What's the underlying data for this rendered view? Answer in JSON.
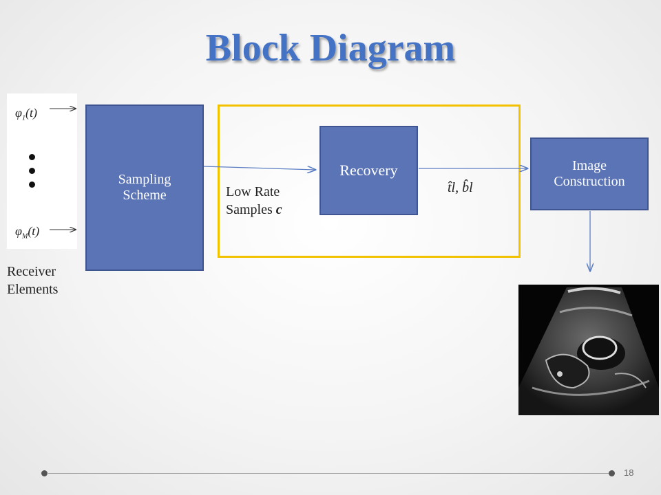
{
  "title": "Block Diagram",
  "inputs": {
    "first_phi": "φ",
    "first_sub": "1",
    "first_arg": "(t)",
    "last_phi": "φ",
    "last_sub": "M",
    "last_arg": "(t)"
  },
  "receiver_label_line1": "Receiver",
  "receiver_label_line2": "Elements",
  "blocks": {
    "sampling_line1": "Sampling",
    "sampling_line2": "Scheme",
    "recovery": "Recovery",
    "image_line1": "Image",
    "image_line2": "Construction"
  },
  "low_rate_line1": "Low Rate",
  "low_rate_line2": "Samples",
  "samples_symbol": "c",
  "recovery_output": "t̂l, b̂l",
  "page_number": "18",
  "colors": {
    "title": "#4472c4",
    "block_fill": "#5b74b6",
    "frame": "#f2c200",
    "arrow": "#5b7dc2"
  }
}
